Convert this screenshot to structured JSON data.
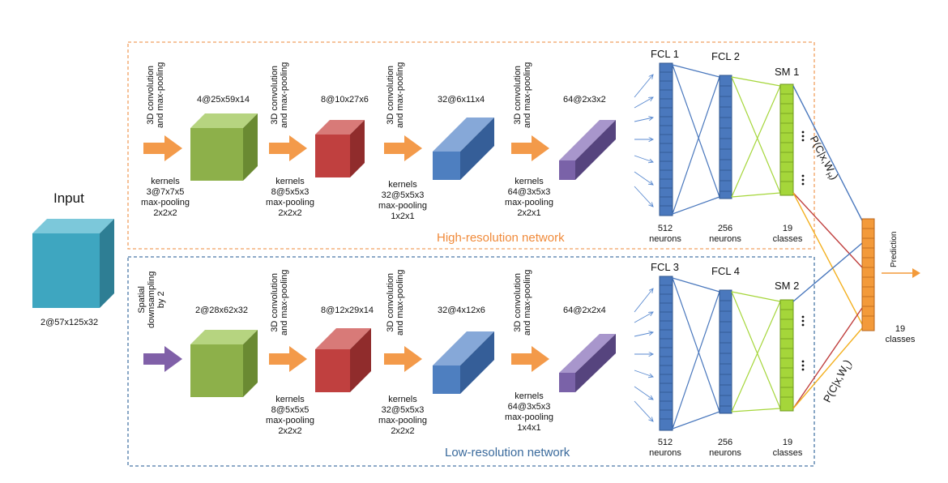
{
  "input": {
    "title": "Input",
    "dims": "2@57x125x32"
  },
  "high": {
    "network_label": "High-resolution network",
    "ops": [
      {
        "line1": "3D convolution",
        "line2": "and max-pooling"
      },
      {
        "line1": "3D convolution",
        "line2": "and max-pooling"
      },
      {
        "line1": "3D convolution",
        "line2": "and max-pooling"
      },
      {
        "line1": "3D convolution",
        "line2": "and max-pooling"
      }
    ],
    "maps": [
      "4@25x59x14",
      "8@10x27x6",
      "32@6x11x4",
      "64@2x3x2"
    ],
    "kernels": [
      {
        "l1": "kernels",
        "l2": "3@7x7x5",
        "l3": "max-pooling",
        "l4": "2x2x2"
      },
      {
        "l1": "kernels",
        "l2": "8@5x5x3",
        "l3": "max-pooling",
        "l4": "2x2x2"
      },
      {
        "l1": "kernels",
        "l2": "32@5x5x3",
        "l3": "max-pooling",
        "l4": "1x2x1"
      },
      {
        "l1": "kernels",
        "l2": "64@3x5x3",
        "l3": "max-pooling",
        "l4": "2x2x1"
      }
    ],
    "fcl_a": {
      "title": "FCL 1",
      "count": "512",
      "unit": "neurons"
    },
    "fcl_b": {
      "title": "FCL 2",
      "count": "256",
      "unit": "neurons"
    },
    "sm": {
      "title": "SM 1",
      "count": "19",
      "unit": "classes"
    },
    "prob": "P(C|x,W",
    "prob_sub": "H",
    "prob_close": ")"
  },
  "low": {
    "network_label": "Low-resolution network",
    "first_op": {
      "line1": "Spatial",
      "line2": "downsampling",
      "line3": "by 2"
    },
    "ops": [
      {
        "line1": "3D convolution",
        "line2": "and max-pooling"
      },
      {
        "line1": "3D convolution",
        "line2": "and max-pooling"
      },
      {
        "line1": "3D convolution",
        "line2": "and max-pooling"
      }
    ],
    "maps": [
      "2@28x62x32",
      "8@12x29x14",
      "32@4x12x6",
      "64@2x2x4"
    ],
    "kernels": [
      {
        "l1": "kernels",
        "l2": "8@5x5x5",
        "l3": "max-pooling",
        "l4": "2x2x2"
      },
      {
        "l1": "kernels",
        "l2": "32@5x5x3",
        "l3": "max-pooling",
        "l4": "2x2x2"
      },
      {
        "l1": "kernels",
        "l2": "64@3x5x3",
        "l3": "max-pooling",
        "l4": "1x4x1"
      }
    ],
    "fcl_a": {
      "title": "FCL 3",
      "count": "512",
      "unit": "neurons"
    },
    "fcl_b": {
      "title": "FCL 4",
      "count": "256",
      "unit": "neurons"
    },
    "sm": {
      "title": "SM 2",
      "count": "19",
      "unit": "classes"
    },
    "prob": "P(C|x,W",
    "prob_sub": "L",
    "prob_close": ")"
  },
  "output": {
    "label": "Prediction",
    "count": "19",
    "unit": "classes"
  },
  "colors": {
    "high_border": "#f0a060",
    "low_border": "#4a78a8",
    "arrow_orange": "#f39a4a",
    "arrow_purple": "#8060a8",
    "input_cube": "#3ea6c0",
    "green_cube": "#8db04a",
    "red_cube": "#c0403f",
    "blue_cube": "#4e7fc0",
    "purple_cube": "#7a62a8",
    "neuron_blue": "#4a78bd",
    "neuron_green": "#a5d63a",
    "neuron_orange": "#f39a3a"
  }
}
